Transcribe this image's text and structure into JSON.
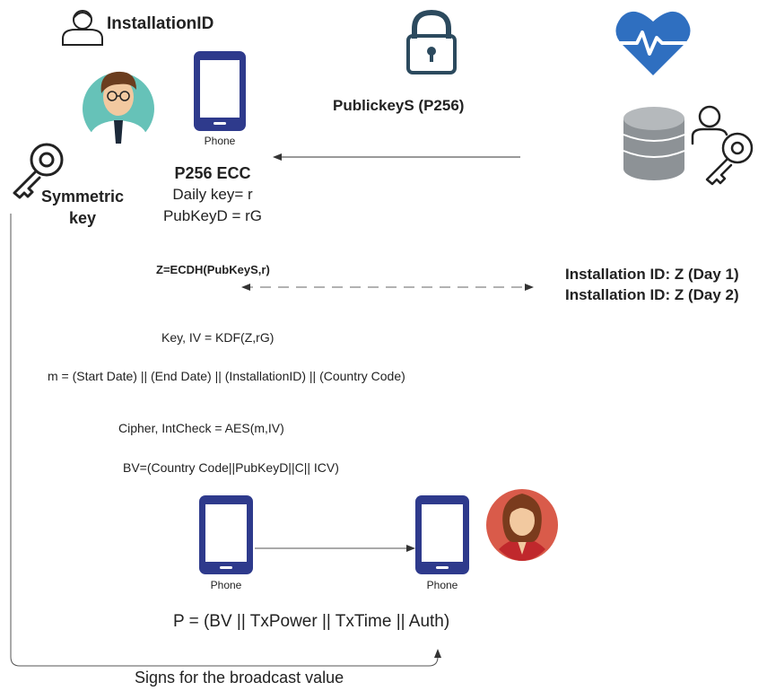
{
  "labels": {
    "installation_id": "InstallationID",
    "phone_top": "Phone",
    "p256_ecc": "P256 ECC",
    "daily_key": "Daily key= r",
    "pubkeyd": "PubKeyD = rG",
    "symmetric_key_1": "Symmetric",
    "symmetric_key_2": "key",
    "publickeys": "PublickeyS (P256)",
    "installation_day1": "Installation ID: Z (Day 1)",
    "installation_day2": "Installation ID: Z (Day 2)",
    "ecdh": "Z=ECDH(PubKeyS,r)",
    "kdf": "Key, IV = KDF(Z,rG)",
    "message": "m = (Start Date) || (End Date) || (InstallationID) || (Country Code)",
    "cipher": "Cipher, IntCheck = AES(m,IV)",
    "bv": "BV=(Country Code||PubKeyD||C|| ICV)",
    "phone_sender": "Phone",
    "phone_receiver": "Phone",
    "payload": "P = (BV || TxPower || TxTime || Auth)",
    "signs": "Signs for the broadcast value"
  },
  "colors": {
    "phone": "#2e3a8c",
    "lock": "#2c4a5e",
    "heart": "#2f6fc0",
    "db": "#8d9296",
    "skin": "#f2c9a0",
    "teal": "#66c2b8",
    "red_bg": "#d95b4a"
  }
}
